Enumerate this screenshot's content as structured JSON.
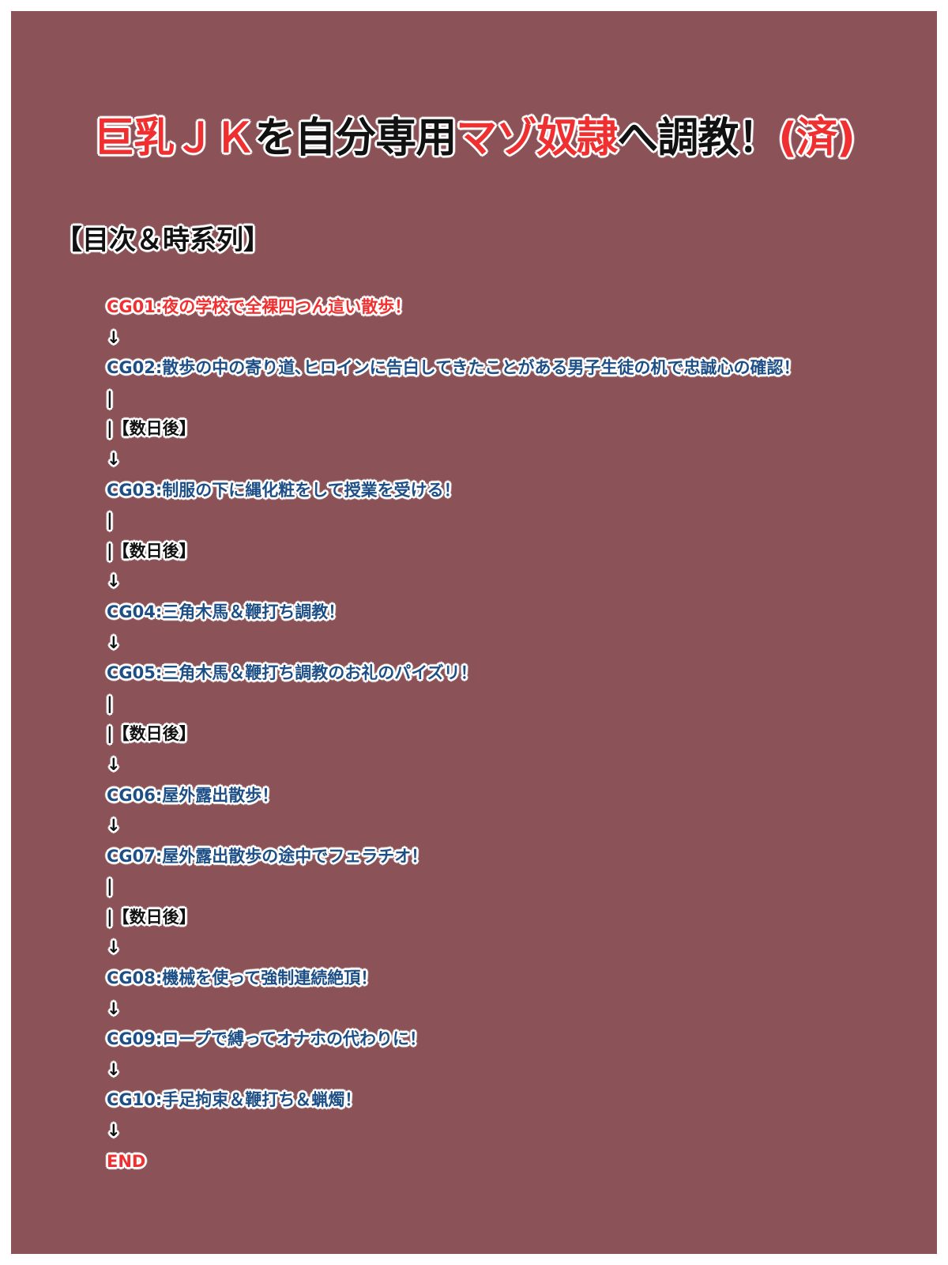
{
  "title": {
    "parts": [
      {
        "text": "巨乳ＪＫ",
        "color": "red"
      },
      {
        "text": "を自分専用",
        "color": "black"
      },
      {
        "text": "マゾ奴隷",
        "color": "red"
      },
      {
        "text": "へ調教！",
        "color": "black"
      },
      {
        "text": "(済)",
        "color": "red"
      }
    ]
  },
  "toc_heading": "【目次＆時系列】",
  "lines": [
    {
      "text": "CG01:夜の学校で全裸四つん這い散歩！",
      "kind": "red"
    },
    {
      "text": "↓",
      "kind": "black"
    },
    {
      "text": "CG02:散歩の中の寄り道､ヒロインに告白してきたことがある男子生徒の机で忠誠心の確認！",
      "kind": "blue"
    },
    {
      "text": "|",
      "kind": "black"
    },
    {
      "text": "|【数日後】",
      "kind": "black"
    },
    {
      "text": "↓",
      "kind": "black"
    },
    {
      "text": "CG03:制服の下に縄化粧をして授業を受ける！",
      "kind": "blue"
    },
    {
      "text": "|",
      "kind": "black"
    },
    {
      "text": "|【数日後】",
      "kind": "black"
    },
    {
      "text": "↓",
      "kind": "black"
    },
    {
      "text": "CG04:三角木馬＆鞭打ち調教！",
      "kind": "blue"
    },
    {
      "text": "↓",
      "kind": "black"
    },
    {
      "text": "CG05:三角木馬＆鞭打ち調教のお礼のパイズリ！",
      "kind": "blue"
    },
    {
      "text": "|",
      "kind": "black"
    },
    {
      "text": "|【数日後】",
      "kind": "black"
    },
    {
      "text": "↓",
      "kind": "black"
    },
    {
      "text": "CG06:屋外露出散歩！",
      "kind": "blue"
    },
    {
      "text": "↓",
      "kind": "black"
    },
    {
      "text": "CG07:屋外露出散歩の途中でフェラチオ！",
      "kind": "blue"
    },
    {
      "text": "|",
      "kind": "black"
    },
    {
      "text": "|【数日後】",
      "kind": "black"
    },
    {
      "text": "↓",
      "kind": "black"
    },
    {
      "text": "CG08:機械を使って強制連続絶頂！",
      "kind": "blue"
    },
    {
      "text": "↓",
      "kind": "black"
    },
    {
      "text": "CG09:ロープで縛ってオナホの代わりに！",
      "kind": "blue"
    },
    {
      "text": "↓",
      "kind": "black"
    },
    {
      "text": "CG10:手足拘束＆鞭打ち＆蝋燭！",
      "kind": "blue"
    },
    {
      "text": "↓",
      "kind": "black"
    },
    {
      "text": "END",
      "kind": "red"
    }
  ]
}
